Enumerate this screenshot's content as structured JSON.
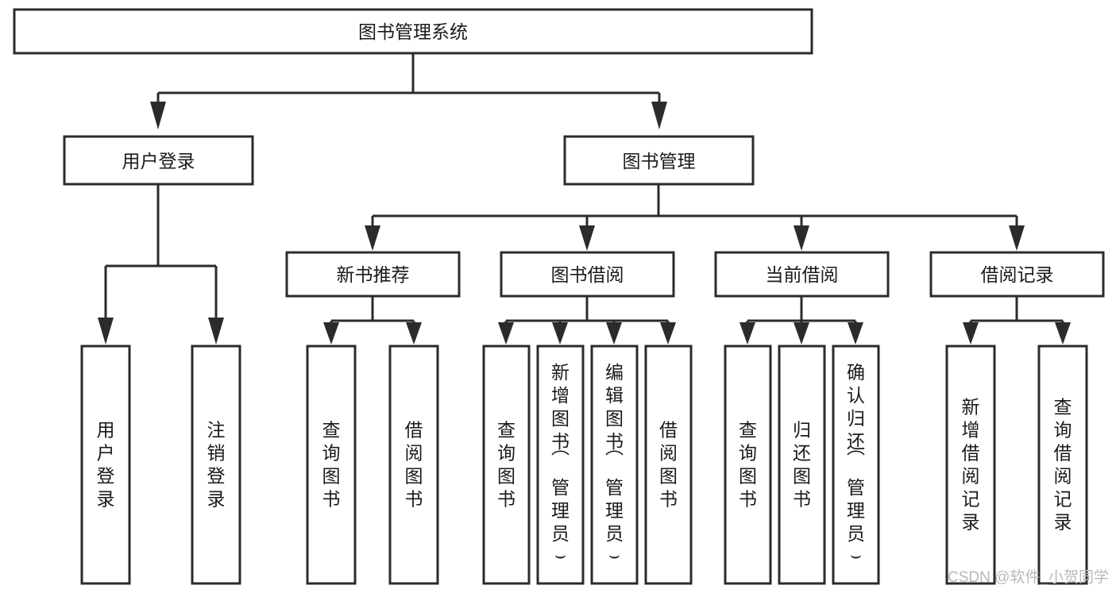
{
  "diagram": {
    "type": "tree-hierarchy",
    "title": "图书管理系统",
    "root": {
      "id": "root",
      "label": "图书管理系统",
      "orientation": "horizontal"
    },
    "level2": [
      {
        "id": "user-login",
        "label": "用户登录",
        "orientation": "horizontal"
      },
      {
        "id": "book-manage",
        "label": "图书管理",
        "orientation": "horizontal"
      }
    ],
    "level3": [
      {
        "id": "new-book-rec",
        "label": "新书推荐",
        "orientation": "horizontal",
        "parent": "book-manage"
      },
      {
        "id": "book-borrow",
        "label": "图书借阅",
        "orientation": "horizontal",
        "parent": "book-manage"
      },
      {
        "id": "current-borrow",
        "label": "当前借阅",
        "orientation": "horizontal",
        "parent": "book-manage"
      },
      {
        "id": "borrow-record",
        "label": "借阅记录",
        "orientation": "horizontal",
        "parent": "book-manage"
      }
    ],
    "leaves": {
      "user-login": [
        {
          "id": "leaf-user-login",
          "label": "用户登录",
          "orientation": "vertical"
        },
        {
          "id": "leaf-user-logout",
          "label": "注销登录",
          "orientation": "vertical"
        }
      ],
      "new-book-rec": [
        {
          "id": "leaf-query-book-1",
          "label": "查询图书",
          "orientation": "vertical"
        },
        {
          "id": "leaf-borrow-book-1",
          "label": "借阅图书",
          "orientation": "vertical"
        }
      ],
      "book-borrow": [
        {
          "id": "leaf-query-book-2",
          "label": "查询图书",
          "orientation": "vertical"
        },
        {
          "id": "leaf-add-book",
          "label": "新增图书（管理员）",
          "orientation": "vertical"
        },
        {
          "id": "leaf-edit-book",
          "label": "编辑图书（管理员）",
          "orientation": "vertical"
        },
        {
          "id": "leaf-borrow-book-2",
          "label": "借阅图书",
          "orientation": "vertical"
        }
      ],
      "current-borrow": [
        {
          "id": "leaf-query-book-3",
          "label": "查询图书",
          "orientation": "vertical"
        },
        {
          "id": "leaf-return-book",
          "label": "归还图书",
          "orientation": "vertical"
        },
        {
          "id": "leaf-confirm-return",
          "label": "确认归还（管理员）",
          "orientation": "vertical"
        }
      ],
      "borrow-record": [
        {
          "id": "leaf-add-record",
          "label": "新增借阅记录",
          "orientation": "vertical"
        },
        {
          "id": "leaf-query-record",
          "label": "查询借阅记录",
          "orientation": "vertical"
        }
      ]
    },
    "colors": {
      "stroke": "#2b2b2b",
      "fill": "#ffffff",
      "text": "#1a1a1a",
      "watermark": "#b9b9b9"
    }
  },
  "watermark": {
    "text": "CSDN @软件_小贺同学"
  }
}
